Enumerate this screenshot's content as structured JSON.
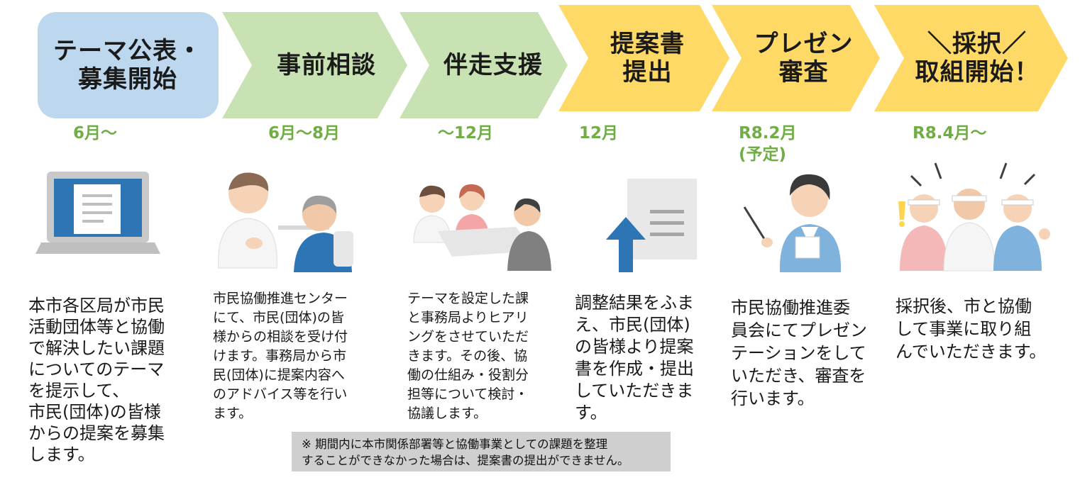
{
  "colors": {
    "stage_blue": "#bdd7ee",
    "stage_green": "#c9e2b3",
    "stage_yellow": "#ffd966",
    "date_green": "#70ad47",
    "note_bg": "#cfcfcf"
  },
  "stages": [
    {
      "label": "テーマ公表・\n募集開始",
      "date": "6月～",
      "desc": "本市各区局が市民\n活動団体等と協働\nで解決したい課題\nについてのテーマ\nを提示して、\n市民(団体)の皆様\nからの提案を募集\nします。",
      "illustration": "laptop-icon"
    },
    {
      "label": "事前相談",
      "date": "6月～8月",
      "desc": "市民協働推進センター\nにて、市民(団体)の皆\n様からの相談を受け付\nけます。事務局から市\n民(団体)に提案内容へ\nのアドバイス等を行い\nます。",
      "illustration": "consultation-icon"
    },
    {
      "label": "伴走支援",
      "date": "～12月",
      "desc": "テーマを設定した課\nと事務局よりヒアリ\nングをさせていただ\nきます。その後、協\n働の仕組み・役割分\n担等について検討・\n協議します。",
      "illustration": "meeting-icon"
    },
    {
      "label": "提案書\n提出",
      "date": "12月",
      "desc": "調整結果をふま\nえ、市民(団体)\nの皆様より提案\n書を作成・提出\nしていただきま\nす。",
      "illustration": "document-upload-icon"
    },
    {
      "label": "プレゼン\n審査",
      "date": "R8.2月\n(予定)",
      "desc": "市民協働推進委\n員会にてプレゼン\nテーションをして\nいただき、審査を\n行います。",
      "illustration": "presenter-icon"
    },
    {
      "label": "＼採択／\n取組開始！",
      "date": "R8.4月～",
      "desc": "採択後、市と協働\nして事業に取り組\nんでいただきます。",
      "illustration": "celebration-icon"
    }
  ],
  "note": "※ 期間内に本市関係部署等と協働事業としての課題を整理\nすることができなかった場合は、提案書の提出ができません。"
}
